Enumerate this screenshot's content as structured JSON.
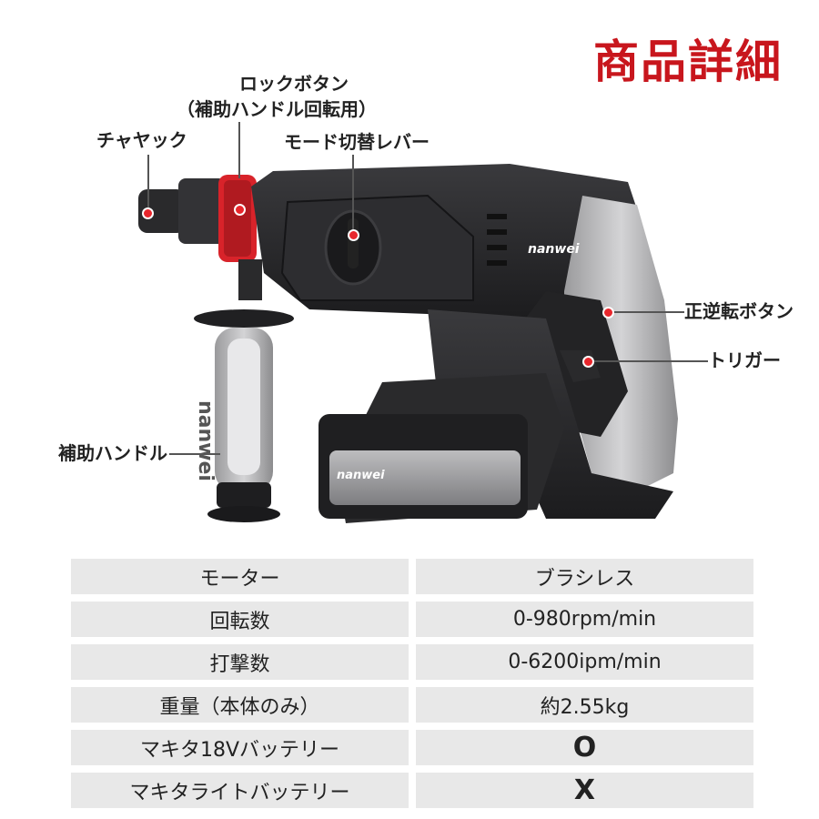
{
  "title": "商品詳細",
  "brand": "nanwei",
  "callouts": {
    "lock_button": "ロックボタン",
    "lock_button_sub": "（補助ハンドル回転用）",
    "chuck": "チャヤック",
    "mode_lever": "モード切替レバー",
    "reverse_button": "正逆転ボタン",
    "trigger": "トリガー",
    "aux_handle": "補助ハンドル"
  },
  "specs": [
    {
      "label": "モーター",
      "value": "ブラシレス"
    },
    {
      "label": "回転数",
      "value": "0-980rpm/min"
    },
    {
      "label": "打撃数",
      "value": "0-6200ipm/min"
    },
    {
      "label": "重量（本体のみ）",
      "value": "約2.55kg"
    },
    {
      "label": "マキタ18Vバッテリー",
      "value": "O"
    },
    {
      "label": "マキタライトバッテリー",
      "value": "X"
    }
  ]
}
